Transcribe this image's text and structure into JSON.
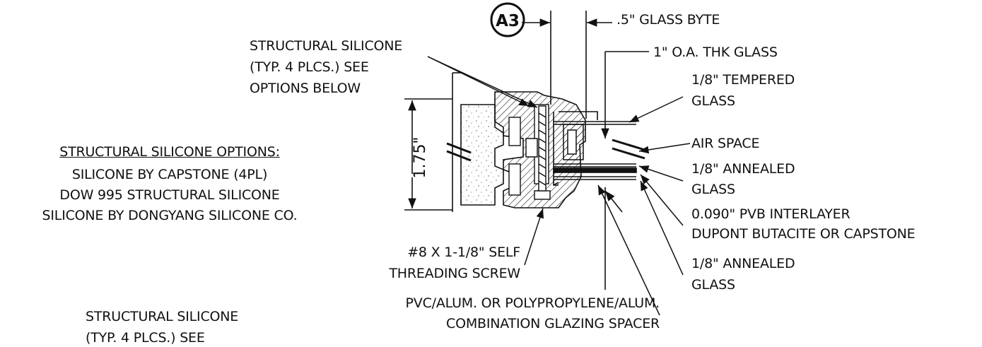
{
  "callout": {
    "tag": "A3"
  },
  "dimensions": {
    "glass_byte": ".5\" GLASS BYTE",
    "height": "1.75\""
  },
  "labels": {
    "structural_silicone_top": [
      "STRUCTURAL SILICONE",
      "(TYP. 4 PLCS.) SEE",
      "OPTIONS BELOW"
    ],
    "options_heading": "STRUCTURAL SILICONE OPTIONS:",
    "options": [
      "SILICONE BY CAPSTONE (4PL)",
      "DOW 995 STRUCTURAL SILICONE",
      "SILICONE BY DONGYANG SILICONE CO."
    ],
    "oa_thk": "1\" O.A. THK GLASS",
    "tempered": [
      "1/8\" TEMPERED",
      "GLASS"
    ],
    "air_space": "AIR SPACE",
    "annealed_1": [
      "1/8\" ANNEALED",
      "GLASS"
    ],
    "pvb": [
      "0.090\" PVB INTERLAYER",
      "DUPONT BUTACITE OR CAPSTONE"
    ],
    "annealed_2": [
      "1/8\" ANNEALED",
      "GLASS"
    ],
    "screw": [
      "#8 X 1-1/8\" SELF",
      "THREADING SCREW"
    ],
    "spacer": [
      "PVC/ALUM. OR POLYPROPYLENE/ALUM.",
      "COMBINATION GLAZING SPACER"
    ],
    "structural_silicone_bottom": [
      "STRUCTURAL SILICONE",
      "(TYP. 4 PLCS.) SEE"
    ]
  }
}
